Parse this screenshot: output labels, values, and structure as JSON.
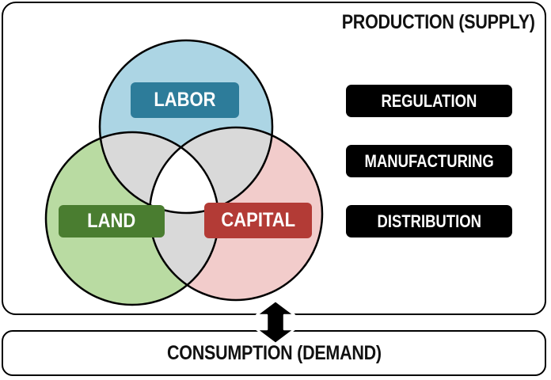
{
  "production": {
    "title": "PRODUCTION (SUPPLY)",
    "factors": [
      {
        "label": "LABOR",
        "pill_color": "#2d7c9a",
        "circle_color": "#acd5e4"
      },
      {
        "label": "LAND",
        "pill_color": "#4a7d30",
        "circle_color": "#b9dba2"
      },
      {
        "label": "CAPITAL",
        "pill_color": "#b33b36",
        "circle_color": "#f2cccb"
      }
    ],
    "overlap_color": "#d9d9d9",
    "center_color": "#ffffff",
    "processes": [
      {
        "label": "REGULATION"
      },
      {
        "label": "MANUFACTURING"
      },
      {
        "label": "DISTRIBUTION"
      }
    ]
  },
  "consumption": {
    "title": "CONSUMPTION (DEMAND)"
  },
  "connector": {
    "icon": "double-headed-vertical-arrow-icon"
  }
}
